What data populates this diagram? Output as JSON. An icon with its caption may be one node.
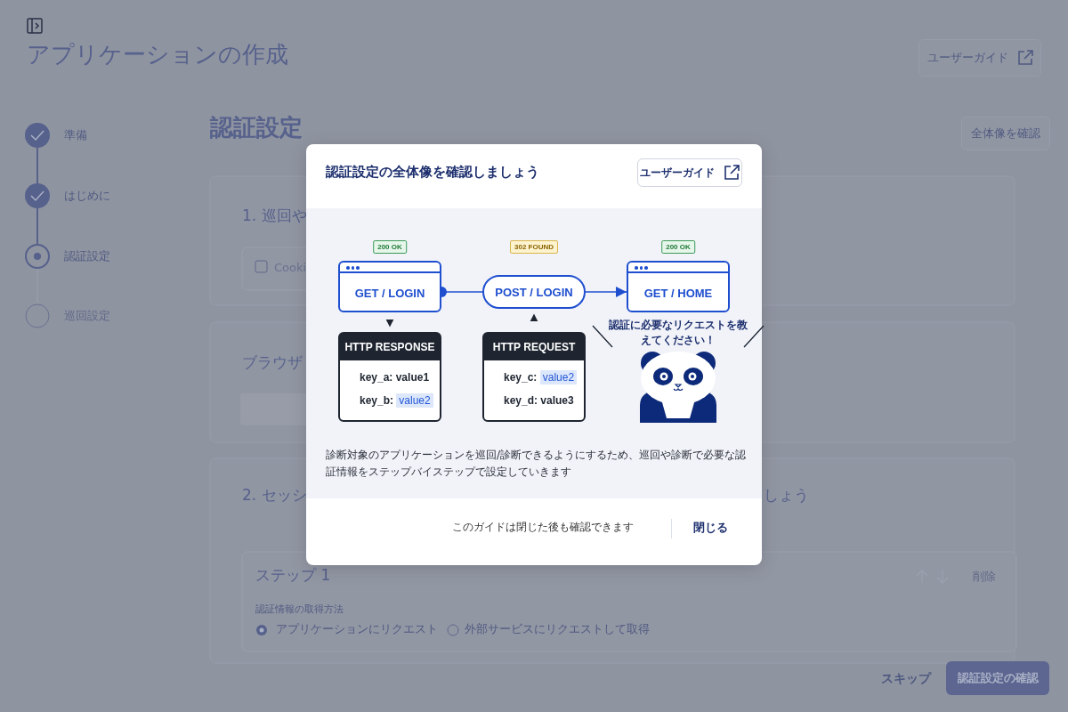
{
  "diagram": {
    "title": "認証設定の全体像を確認しましょう",
    "nodes": [
      {
        "text": [
          "GET / LOGIN"
        ],
        "beside": [
          "200 OK"
        ]
      },
      {
        "text": [
          "POST / LOGIN"
        ],
        "beside": [
          "302 FOUND"
        ]
      },
      {
        "text": [
          "GET / HOME"
        ],
        "beside": [
          "200 OK"
        ]
      },
      {
        "text": [
          "HTTP RESPONSE",
          "key_a: value1",
          "key_b: *value2*"
        ]
      },
      {
        "text": [
          "HTTP REQUEST",
          "key_c: *value2*",
          "key_d: value3"
        ]
      }
    ],
    "edges": [
      {
        "from": 0,
        "to": 1,
        "arrow": "other"
      },
      {
        "from": 1,
        "to": 2,
        "arrow": "to"
      },
      {
        "from": 0,
        "to": 3,
        "arrow": "to",
        "color": "#1e2530"
      },
      {
        "from": 4,
        "to": 1,
        "arrow": "to",
        "color": "#1e2530"
      }
    ],
    "labels": [
      "アプリケーションの作成",
      "ユーザーガイド",
      "準備",
      "認証設定",
      "全体像を確認",
      "はじめに",
      "1. 巡回や",
      "認証設定",
      "Cooki",
      "巡回設定",
      "ブラウザ",
      "2. セッシ",
      "しょう",
      "ユーザーガイド",
      "認証に必要なリクエストを教えてください！",
      "診断対象のアプリケーションを巡回/診断できるようにするため、巡回や診断で必要な認証情報をステップバイステップで設定していきます",
      "このガイドは閉じた後も確認できます",
      "閉じる",
      "ステップ 1",
      "削除",
      "認証情報の取得方法",
      "アプリケーションにリクエスト",
      "外部サービスにリクエストして取得",
      "スキップ",
      "認証設定の確認"
    ]
  }
}
